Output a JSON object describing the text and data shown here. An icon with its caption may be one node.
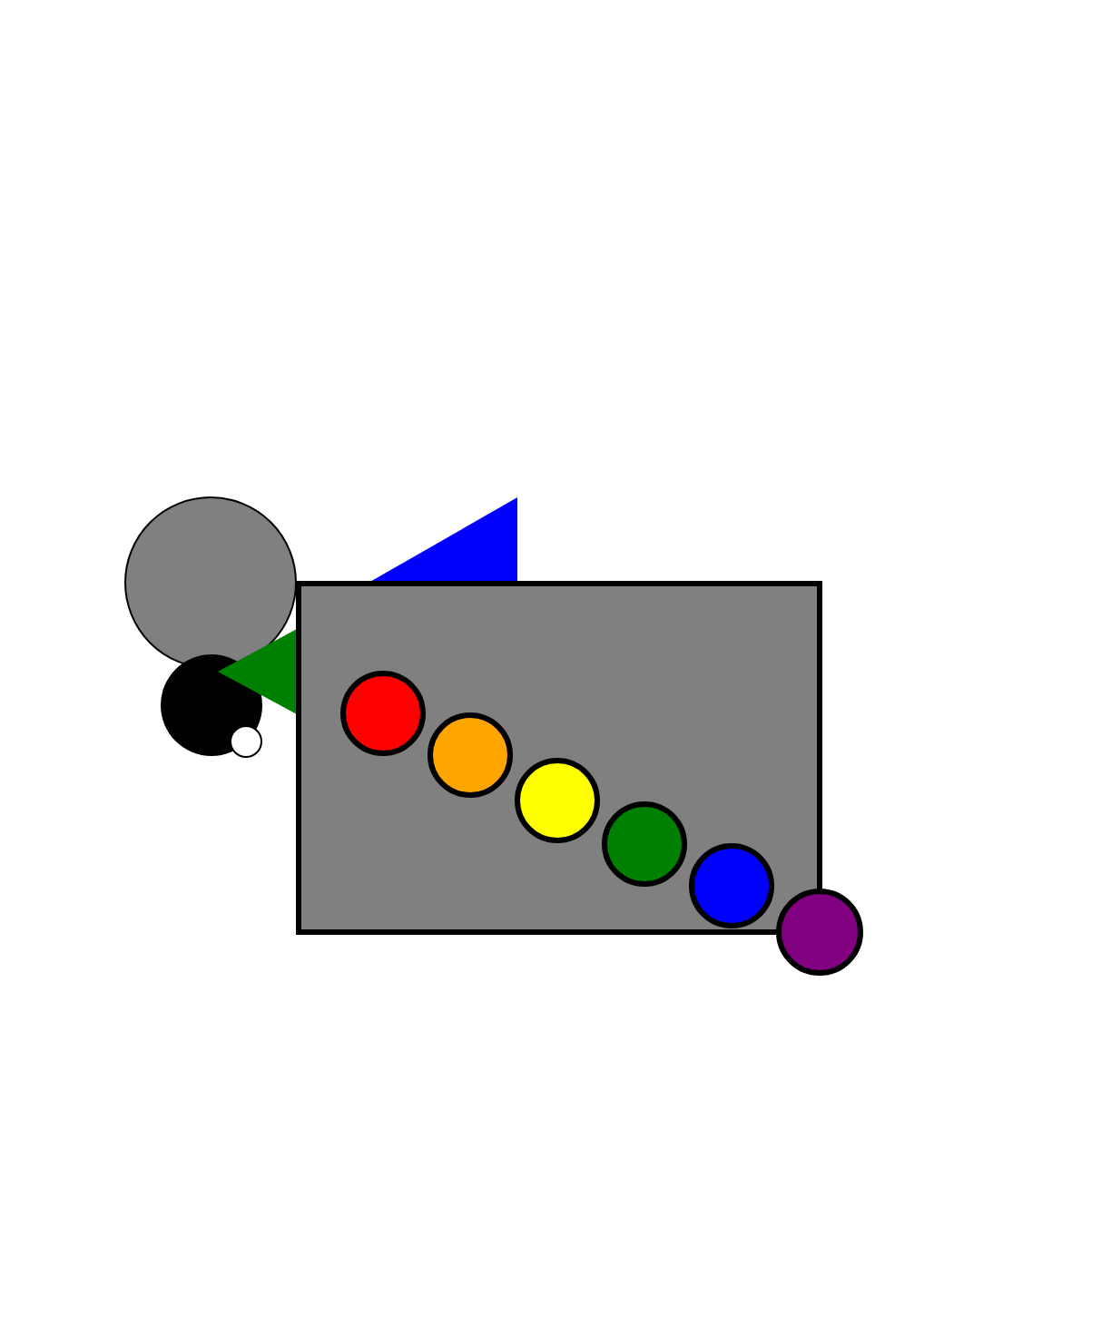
{
  "diagram": {
    "nodes": [
      {
        "text": [],
        "shape": "circle"
      },
      {
        "text": [],
        "shape": "triangle"
      },
      {
        "text": [],
        "shape": "box"
      },
      {
        "text": [],
        "shape": "circle",
        "in": 2
      },
      {
        "text": [],
        "shape": "circle",
        "in": 2
      },
      {
        "text": [],
        "shape": "circle",
        "in": 2
      },
      {
        "text": [],
        "shape": "circle",
        "in": 2
      },
      {
        "text": [],
        "shape": "circle",
        "in": 2
      },
      {
        "text": [],
        "shape": "circle"
      },
      {
        "text": [],
        "shape": "triangle"
      },
      {
        "text": [],
        "shape": "circle"
      },
      {
        "text": [],
        "shape": "circle",
        "in": 10
      }
    ]
  }
}
